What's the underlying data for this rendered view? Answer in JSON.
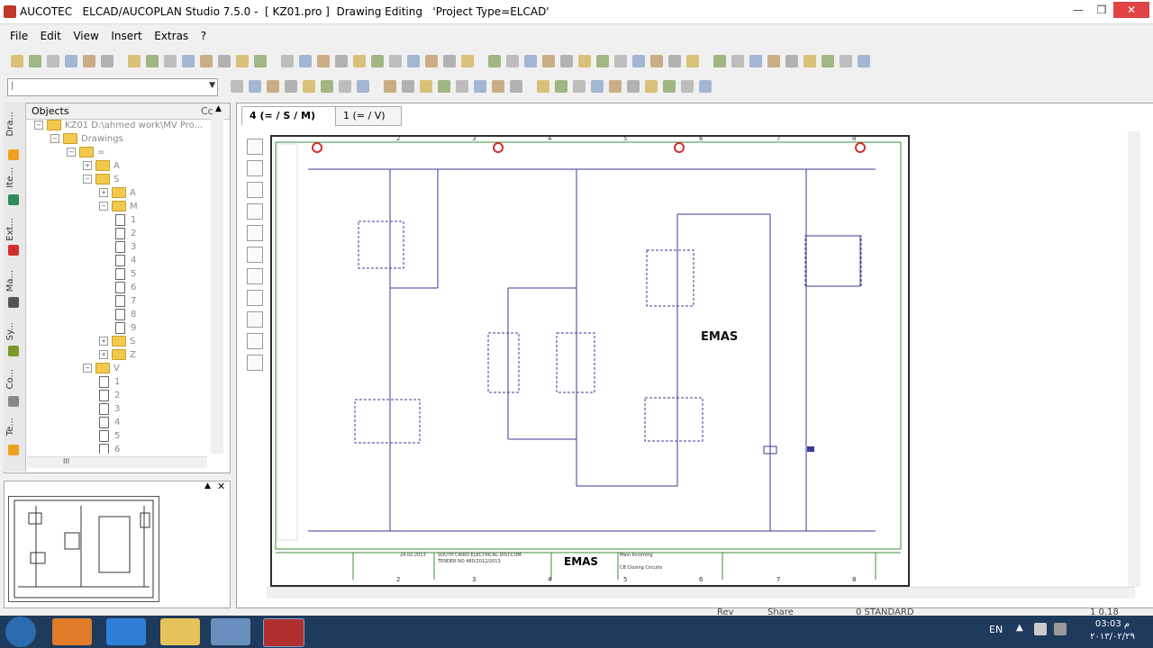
{
  "window": {
    "title": "AUCOTEC   ELCAD/AUCOPLAN Studio 7.5.0 -  [ KZ01.pro ]  Drawing Editing   'Project Type=ELCAD'",
    "minimize": "—",
    "maximize": "❐",
    "close": "✕"
  },
  "menu": [
    "File",
    "Edit",
    "View",
    "Insert",
    "Extras",
    "?"
  ],
  "objects_panel": {
    "header": "Objects",
    "header_right": "Cc",
    "pin_icon": "pin-icon",
    "side_tabs": [
      "Dra...",
      "Ite...",
      "Ext...",
      "Ma...",
      "Sy...",
      "Co...",
      "Te..."
    ],
    "tree": [
      {
        "label": "KZ01 D:\\ahmed work\\MV Pro...",
        "level": 0,
        "type": "project"
      },
      {
        "label": "Drawings",
        "level": 1,
        "type": "folder"
      },
      {
        "label": "=",
        "level": 2,
        "type": "folder"
      },
      {
        "label": "A",
        "level": 3,
        "type": "folder"
      },
      {
        "label": "S",
        "level": 3,
        "type": "folder"
      },
      {
        "label": "A",
        "level": 4,
        "type": "folder"
      },
      {
        "label": "M",
        "level": 4,
        "type": "folder"
      },
      {
        "label": "1",
        "level": 5,
        "type": "doc"
      },
      {
        "label": "2",
        "level": 5,
        "type": "doc"
      },
      {
        "label": "3",
        "level": 5,
        "type": "doc"
      },
      {
        "label": "4",
        "level": 5,
        "type": "doc"
      },
      {
        "label": "5",
        "level": 5,
        "type": "doc"
      },
      {
        "label": "6",
        "level": 5,
        "type": "doc"
      },
      {
        "label": "7",
        "level": 5,
        "type": "doc"
      },
      {
        "label": "8",
        "level": 5,
        "type": "doc"
      },
      {
        "label": "9",
        "level": 5,
        "type": "doc"
      },
      {
        "label": "S",
        "level": 4,
        "type": "folder"
      },
      {
        "label": "Z",
        "level": 4,
        "type": "folder"
      },
      {
        "label": "V",
        "level": 3,
        "type": "folder"
      },
      {
        "label": "1",
        "level": 4,
        "type": "doc"
      },
      {
        "label": "2",
        "level": 4,
        "type": "doc"
      },
      {
        "label": "3",
        "level": 4,
        "type": "doc"
      },
      {
        "label": "4",
        "level": 4,
        "type": "doc"
      },
      {
        "label": "5",
        "level": 4,
        "type": "doc"
      },
      {
        "label": "6",
        "level": 4,
        "type": "doc"
      }
    ],
    "hscroll_grip": "III"
  },
  "tabs": [
    {
      "label": "4 (= / S / M)",
      "active": true
    },
    {
      "label": "1 (= / V)",
      "active": false
    }
  ],
  "drawing": {
    "label_main": "EMAS",
    "title_block_name": "EMAS",
    "title_block_line1": "Main Incoming",
    "title_block_line2": "CB Closing Circuits",
    "date": "24.02.2013",
    "company": "SOUTH CAIRO ELECTRICAL DIST.COM.",
    "tender": "TENDER NO 460/2012/2013"
  },
  "status": {
    "rev_label": "Rev",
    "share_label": "Share",
    "standard": "0  STANDARD",
    "right": "1     0.18"
  },
  "taskbar": {
    "lang": "EN",
    "time": "03:03 م",
    "date": "٢٠١٣/٠٢/٢٩"
  },
  "colors": {
    "accent_green": "#3a8f3a",
    "wire_blue": "#3a3a9a",
    "close_red": "#e04343",
    "taskbar": "#1e3a5c"
  }
}
